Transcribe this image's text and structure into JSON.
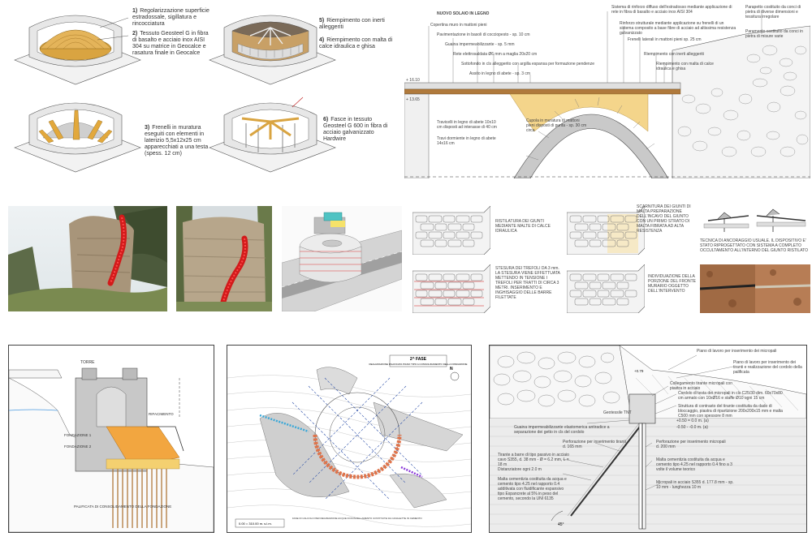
{
  "steps": [
    {
      "num": "1)",
      "text": "Regolarizzazione superficie estradossale, sigillatura e rincocciatura"
    },
    {
      "num": "2)",
      "text": "Tessuto Geosteel G in fibra di basalto e acciaio inox AISI 304 su matrice in Geocalce e rasatura finale in Geocalce"
    },
    {
      "num": "5)",
      "text": "Riempimento con inerti alleggeriti"
    },
    {
      "num": "4)",
      "text": "Riempimento con malta di calce idraulica e ghisa"
    },
    {
      "num": "3)",
      "text": "Frenelli in muratura eseguiti con elementi in laterizio 5,5x12x25 cm apparecchiati a una testa (spess. 12 cm)"
    },
    {
      "num": "6)",
      "text": "Fasce in tessuto Geosteel G 600 in fibra di acciaio galvanizzato Hardwire"
    }
  ],
  "section": {
    "labels": [
      "NUOVO SOLAIO IN LEGNO",
      "Copertina muro in mattoni pieni",
      "Pavimentazione in basoli di cocciopesto - sp. 10 cm",
      "Guaina impermeabilizzante - sp. 5 mm",
      "Rete elettrosaldata Ø6 mm a maglia 20x20 cm",
      "Sottofondo in cls alleggerito con argilla espansa per formazione pendenze",
      "Assito in legno di abete - sp. 3 cm",
      "Travicelli in legno di abete 10x10 cm disposti ad interasse di 40 cm",
      "Travi dormiente in legno di abete 14x16 cm",
      "Cupola in muratura di mattoni pieni disposti di punta - sp. 30 cm circa",
      "Sistema di rinforzo diffuso dell'estradosso mediante applicazione di rete in fibra di basalto e acciaio inox AISI 304",
      "Rinforzo strutturale mediante applicazione su frenelli di un sistema composito a base fibre di acciaio ad altissima resistenza galvanizzato",
      "Frenelli laterali in mattoni pieni sp. 25 cm",
      "Riempimento con inerti alleggeriti",
      "Riempimento con malta di calce idraulica e ghisa",
      "Paramento costituito da conci in pietra di misure varie",
      "Parapetto costituito da conci di pietra di diverse dimensioni e tessitura irregolare"
    ],
    "levels": [
      "+ 16.10",
      "+ 13.65"
    ]
  },
  "wall_notes": [
    "RISTILATURA DEI GIUNTI MEDIANTE MALTE DI CALCE IDRAULICA",
    "SCARNITURA DEI GIUNTI DI MALTA PREPARAZIONE DELL'INCAVO DEL GIUNTO CON UN PRIMO STRATO DI MALTA FIBRATA AD ALTA RESISTENZA",
    "STESURA DEI TREFOLI DA 3 mm. LA STESURA VIENE EFFETTUATA METTENDO IN TENSIONE I TREFOLI PER TRATTI DI CIRCA 3 METRI. INSERIMENTO E INGHISAGGIO DELLE BARRE FILETTATE",
    "INDIVIDUAZIONE DELLA PORZIONE DEL FRONTE MURARIO OGGETTO DELL'INTERVENTO"
  ],
  "anchor_note": "TECNICA DI ANCORAGGIO USUALE. IL DISPOSITIVO E' STATO RIPROGETTATO CON SISTEMA A COMPLETO OCCULTAMENTO ALL'INTERNO DEL GIUNTO RISTILATO",
  "plan": {
    "title": "2^ FASE",
    "subtitle": "REALIZZAZIONE PALIFICATA PIANO TIPO A CONSOLIDAMENTO DELLA FONDAZIONE",
    "north": "N",
    "scale_note": "0.00 = 310.00 m. s.l.m.",
    "bottom_note": "FASE DI CALCOLO PER REGIMAZIONE ACQUE DI RUSCELLAMENTO COSTITUITE DA CANALETTE IN CEMENTO"
  },
  "detail": {
    "labels": [
      "Piano di lavoro per inserimento dei micropali",
      "Piano di lavoro per inserimento dei tiranti e realizzazione del cordolo della palificata",
      "Collegamento tirante micropali con piastra in acciaio",
      "Cordolo di testa dei micropali in cls C25/30 dim. 60x70x80 cm armato con 10xØ16 e staffe Ø10 ogni 15 cm",
      "Struttura di contrasto del tirante costituita da dado di bloccaggio, piastra di ripartizione 200x200x15 mm e malta C500 mm con spessore 8 mm",
      "Guaina impermeabilizzante elastomerica antiradice a separazione dei getto in cls del cordolo",
      "Perforazione per inserimento tiranti d. 165 mm",
      "Tirante a barre di tipo passivo in acciaio cavo S355, d. 38 mm - Ø = 6.2 mm, L = 18 m",
      "Distanziatore ogni 2.0 m",
      "Malta cementizia costituita da acqua e cemento tipo 4.25 nel rapporto 0.4 additivata con fluidificante espansivo tipo Expancrete al 5% in peso del cemento, secondo la UNI 6135",
      "Perforazione per inserimento micropali d. 200 mm",
      "Malta cementizia costituita da acqua e cemento tipo 4.25 nel rapporto 0.4 fino a 3 volte il volume teorico",
      "Micropali in acciaio S355 d. 177.8 mm - sp. 10 mm - lunghezza 10 m",
      "Geotessile TNT"
    ],
    "levels": [
      "+0.79",
      "+0.50 = 0.0 m. (a)",
      "-0.50 - -0.0 m. (a)"
    ],
    "angle": "45°"
  },
  "elevation": {
    "labels": [
      "TORRE",
      "RIFACIMENTO",
      "FONDAZIONE 1",
      "FONDAZIONE 2",
      "PALIFICATA DI CONSOLIDAMENTO DELLA FONDAZIONE"
    ]
  }
}
